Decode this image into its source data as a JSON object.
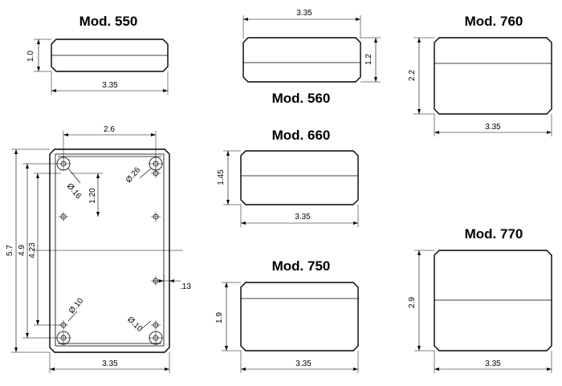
{
  "views": {
    "mod550": {
      "title": "Mod. 550",
      "width": "3.35",
      "height": "1.0"
    },
    "mod560": {
      "title": "Mod. 560",
      "width": "3.35",
      "height": "1.2"
    },
    "mod760": {
      "title": "Mod. 760",
      "width": "3.35",
      "height": "2.2"
    },
    "mod660": {
      "title": "Mod. 660",
      "width": "3.35",
      "height": "1.45"
    },
    "mod750": {
      "title": "Mod. 750",
      "width": "3.35",
      "height": "1.9"
    },
    "mod770": {
      "title": "Mod. 770",
      "width": "3.35",
      "height": "2.9"
    },
    "plan": {
      "hole_spacing": "2.6",
      "hole_offset": "1.20",
      "total_length": "5.7",
      "length_49": "4.9",
      "length_423": "4.23",
      "width": "3.35",
      "wall": ".13",
      "dia_016": "Ø.16",
      "dia_026": "Ø.26",
      "dia_010_left": "Ø.10",
      "dia_010_right": "Ø.10"
    }
  }
}
